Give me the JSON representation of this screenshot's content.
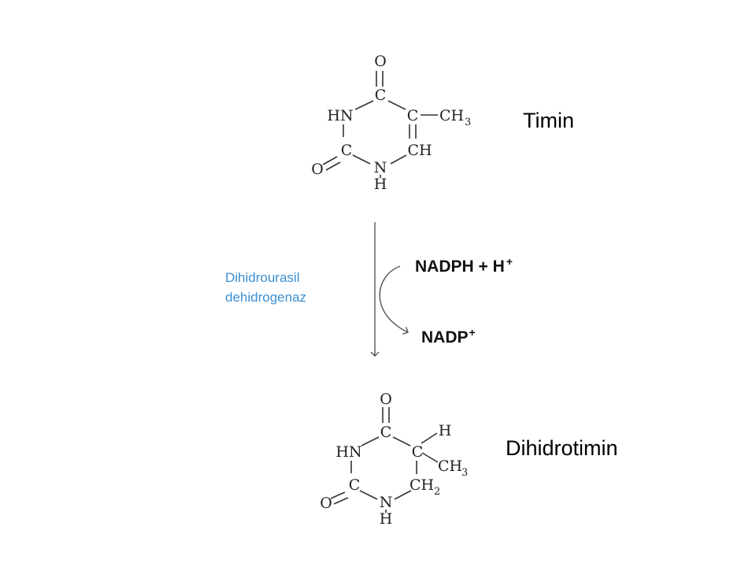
{
  "substrate": {
    "name": "Timin",
    "atoms": {
      "o_top": "O",
      "c4": "C",
      "hn": "HN",
      "c5": "C",
      "methyl": "CH",
      "methyl_sub": "3",
      "c2": "C",
      "ch": "CH",
      "o_left": "O",
      "n1": "N",
      "h_n1": "H"
    }
  },
  "product": {
    "name": "Dihidrotimin",
    "atoms": {
      "o_top": "O",
      "c4": "C",
      "h5": "H",
      "hn": "HN",
      "c5": "C",
      "methyl": "CH",
      "methyl_sub": "3",
      "c2": "C",
      "ch2": "CH",
      "ch2_sub": "2",
      "o_left": "O",
      "n1": "N",
      "h_n1": "H"
    }
  },
  "enzyme": {
    "line1": "Dihidrourasil",
    "line2": "dehidrogenaz"
  },
  "cofactor_in": {
    "text": "NADPH + H",
    "sup": "+"
  },
  "cofactor_out": {
    "text": "NADP",
    "sup": "+"
  },
  "colors": {
    "enzyme_text": "#3a8fd4",
    "bonds": "#333333",
    "text": "#111111"
  }
}
